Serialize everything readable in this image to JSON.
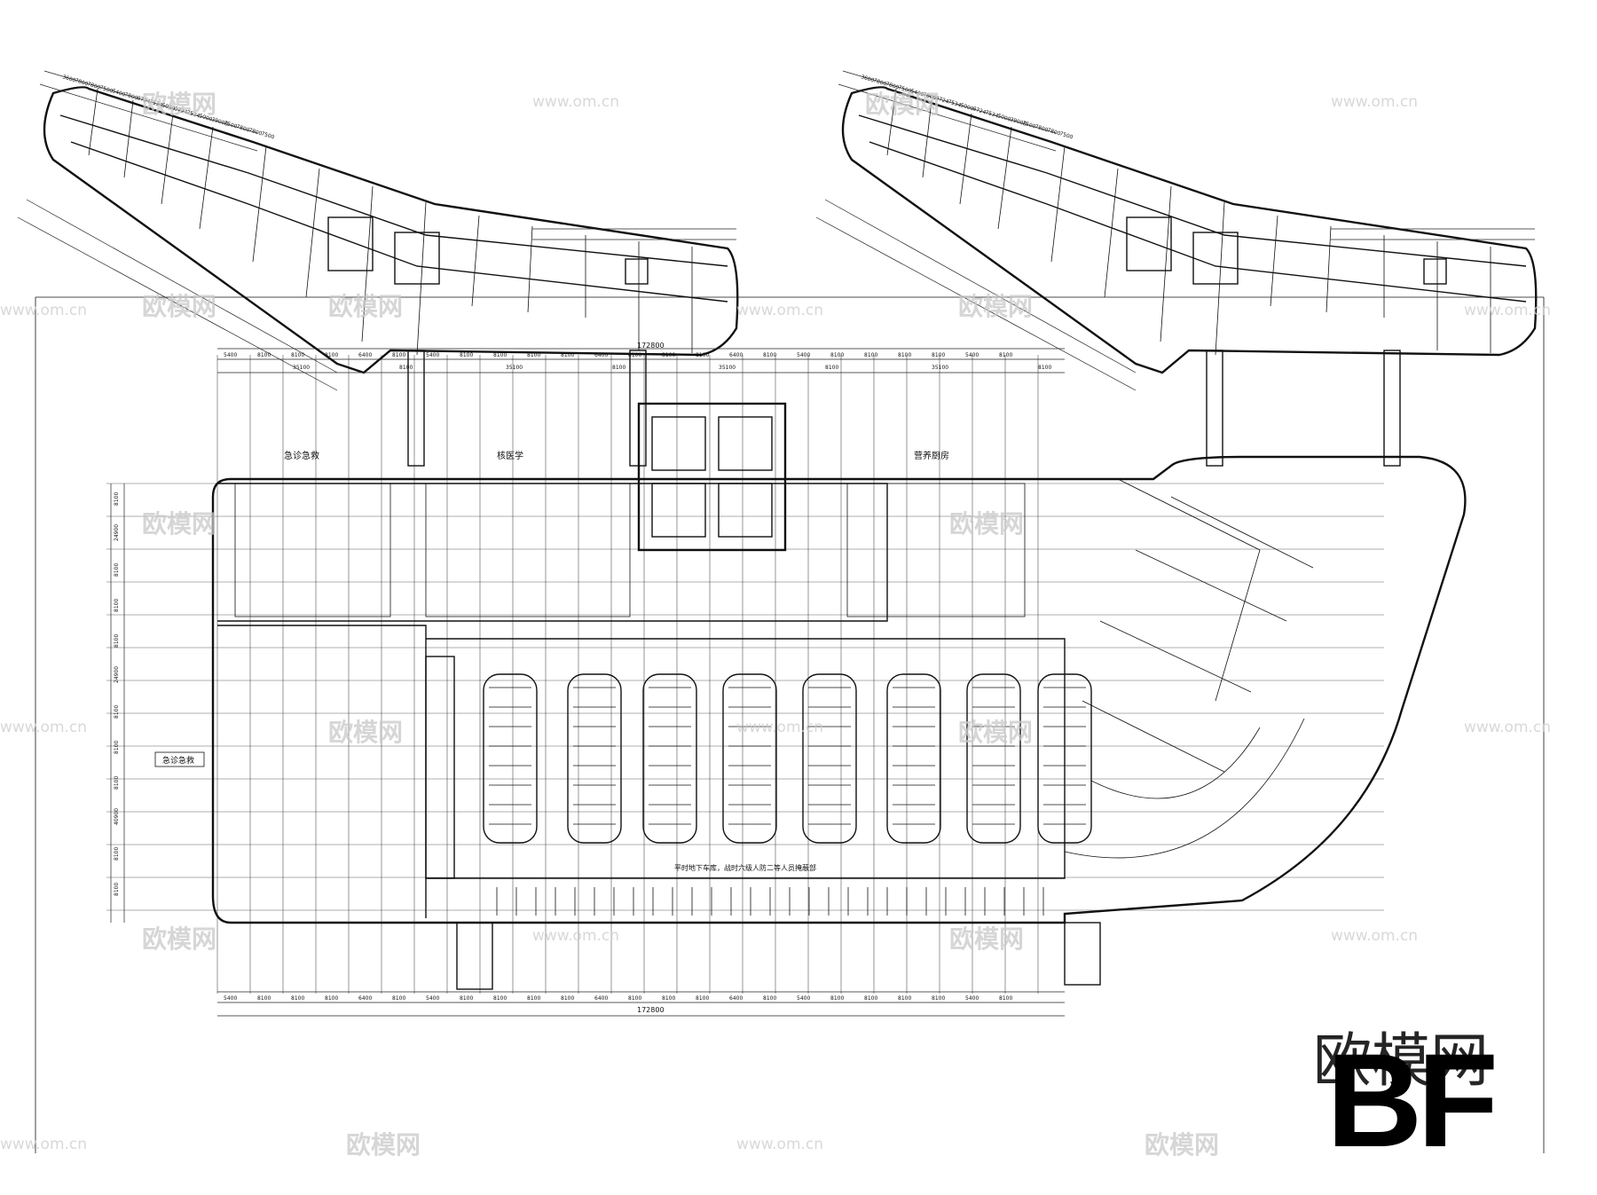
{
  "overall_dimension_top": "172800",
  "overall_dimension_bottom": "172800",
  "top_dims_row1": [
    "5400",
    "8100",
    "8100",
    "8100",
    "6400",
    "8100",
    "5400",
    "8100",
    "8100",
    "8100",
    "8100",
    "6400",
    "8100",
    "8100",
    "8100",
    "6400",
    "8100",
    "5400",
    "8100",
    "8100",
    "8100",
    "8100",
    "5400",
    "8100"
  ],
  "top_dims_row2": [
    "35100",
    "8100",
    "35100",
    "8100",
    "35100",
    "8100",
    "35100",
    "8100"
  ],
  "side_dims": [
    "8100",
    "24900",
    "8100",
    "8100",
    "8100",
    "24900",
    "8100",
    "8100",
    "8100",
    "40900",
    "8100",
    "8100"
  ],
  "zone_labels": {
    "west_zone": "急诊急救",
    "center_zone": "核医学",
    "east_zone": "营养厨房",
    "emergency_entrance": "急诊急救"
  },
  "parking_note": "平时地下车库，战时六级人防二等人员掩蔽部",
  "floor_label": "BF",
  "watermark_text": "欧模网",
  "watermark_url": "www.om.cn",
  "tower_dims": [
    "3600",
    "7800",
    "7800",
    "7500",
    "5400",
    "7800",
    "8724",
    "7534",
    "5000",
    "8724",
    "7534",
    "5000",
    "39000",
    "7500",
    "7800",
    "7800",
    "7500"
  ]
}
